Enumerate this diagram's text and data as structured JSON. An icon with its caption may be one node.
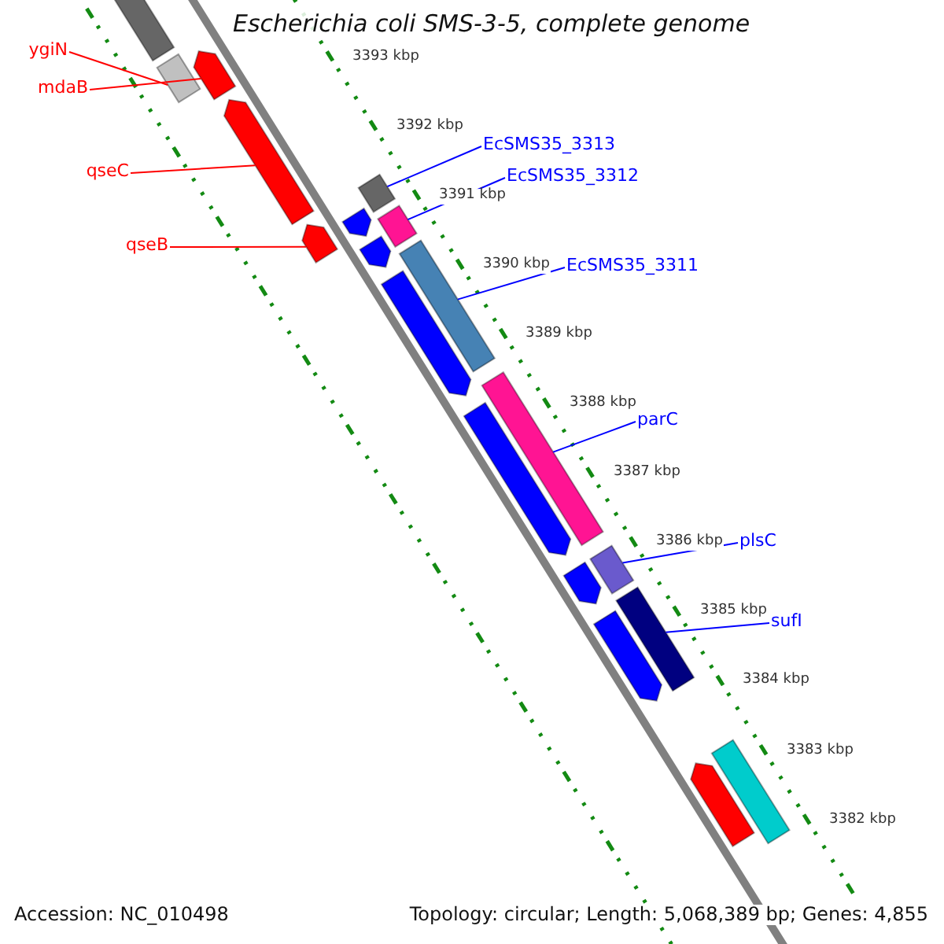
{
  "diagram": {
    "title": "Escherichia coli SMS-3-5, complete genome",
    "nodes": [
      {
        "text": [
          "ygiN"
        ]
      },
      {
        "text": [
          "mdaB"
        ]
      },
      {
        "text": [
          "qseC"
        ]
      },
      {
        "text": [
          "qseB"
        ]
      },
      {
        "text": [
          "EcSMS35_3313"
        ]
      },
      {
        "text": [
          "EcSMS35_3312"
        ]
      },
      {
        "text": [
          "EcSMS35_3311"
        ]
      },
      {
        "text": [
          "parC"
        ]
      },
      {
        "text": [
          "plsC"
        ]
      },
      {
        "text": [
          "sufI"
        ]
      },
      {
        "text": [],
        "shape": "bar"
      },
      {
        "text": [],
        "shape": "bar"
      },
      {
        "text": [],
        "shape": "bar"
      },
      {
        "text": [],
        "shape": "bar"
      },
      {
        "text": [],
        "shape": "bar"
      },
      {
        "text": [],
        "shape": "bar"
      },
      {
        "text": [],
        "shape": "bar"
      },
      {
        "text": [],
        "shape": "bar"
      },
      {
        "text": [],
        "shape": "bar"
      },
      {
        "text": [],
        "shape": "bar"
      }
    ],
    "edges": [
      {
        "from": 0,
        "to": 10,
        "arrow": "none",
        "color": "#ff0000"
      },
      {
        "from": 1,
        "to": 11,
        "arrow": "none",
        "color": "#ff0000"
      },
      {
        "from": 2,
        "to": 12,
        "arrow": "none",
        "color": "#ff0000"
      },
      {
        "from": 3,
        "to": 13,
        "arrow": "none",
        "color": "#ff0000"
      },
      {
        "from": 4,
        "to": 14,
        "arrow": "none"
      },
      {
        "from": 5,
        "to": 15,
        "arrow": "none"
      },
      {
        "from": 6,
        "to": 16,
        "arrow": "none"
      },
      {
        "from": 7,
        "to": 17,
        "arrow": "none"
      },
      {
        "from": 8,
        "to": 18,
        "arrow": "none"
      },
      {
        "from": 9,
        "to": 19,
        "arrow": "none"
      }
    ],
    "labels": [
      "3393 kbp",
      "3392 kbp",
      "3391 kbp",
      "3390 kbp",
      "3389 kbp",
      "3388 kbp",
      "3387 kbp",
      "3386 kbp",
      "3385 kbp",
      "3384 kbp",
      "3383 kbp",
      "3382 kbp",
      "Accession: NC_010498",
      "Topology: circular; Length: 5,068,389 bp; Genes: 4,855"
    ]
  }
}
